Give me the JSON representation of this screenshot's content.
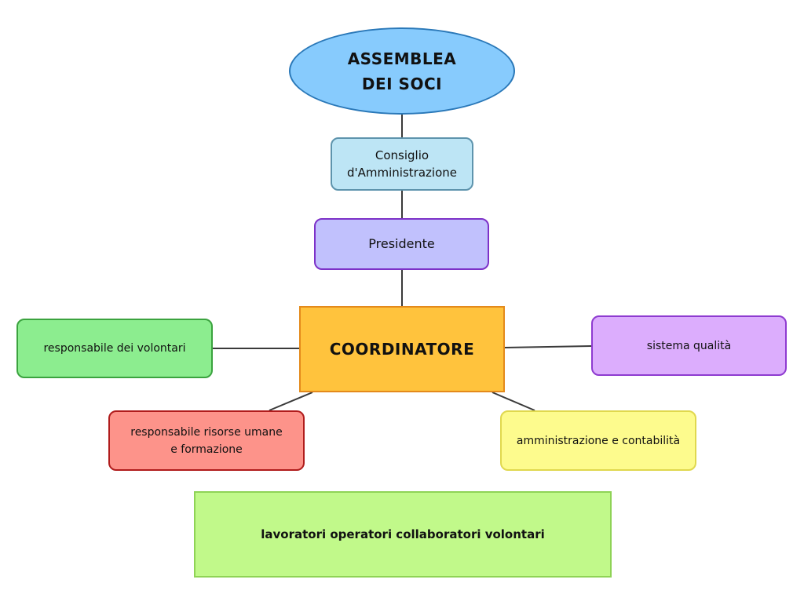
{
  "nodes": {
    "assemblea": "ASSEMBLEA\nDEI SOCI",
    "consiglio": "Consiglio\nd'Amministrazione",
    "presidente": "Presidente",
    "coordinatore": "COORDINATORE",
    "responsabile_volontari": "responsabile dei volontari",
    "sistema_qualita": "sistema qualità",
    "responsabile_risorse": "responsabile risorse umane\ne formazione",
    "amministrazione": "amministrazione e contabilità",
    "lavoratori": "lavoratori operatori collaboratori volontari"
  },
  "colors": {
    "connector": "#3a3a3a"
  }
}
